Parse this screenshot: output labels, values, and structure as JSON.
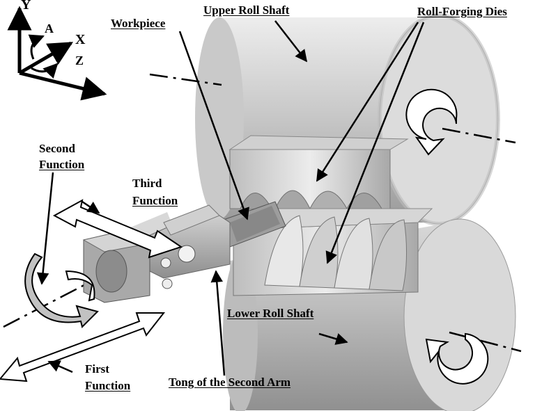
{
  "labels": {
    "workpiece": "Workpiece",
    "upper_roll_shaft": "Upper Roll Shaft",
    "roll_forging_dies": "Roll-Forging Dies",
    "second_function": [
      "Second",
      "Function"
    ],
    "third_function": [
      "Third",
      "Function"
    ],
    "first_function": [
      "First",
      "Function"
    ],
    "lower_roll_shaft": "Lower Roll Shaft",
    "tong": "Tong of the Second Arm"
  },
  "axes": {
    "y": "Y",
    "x": "X",
    "z": "Z",
    "a": "A"
  },
  "colors": {
    "roll_light": "#e2e2e2",
    "roll_mid": "#b4b4b4",
    "roll_dark": "#8c8c8c",
    "ink": "#000000"
  }
}
